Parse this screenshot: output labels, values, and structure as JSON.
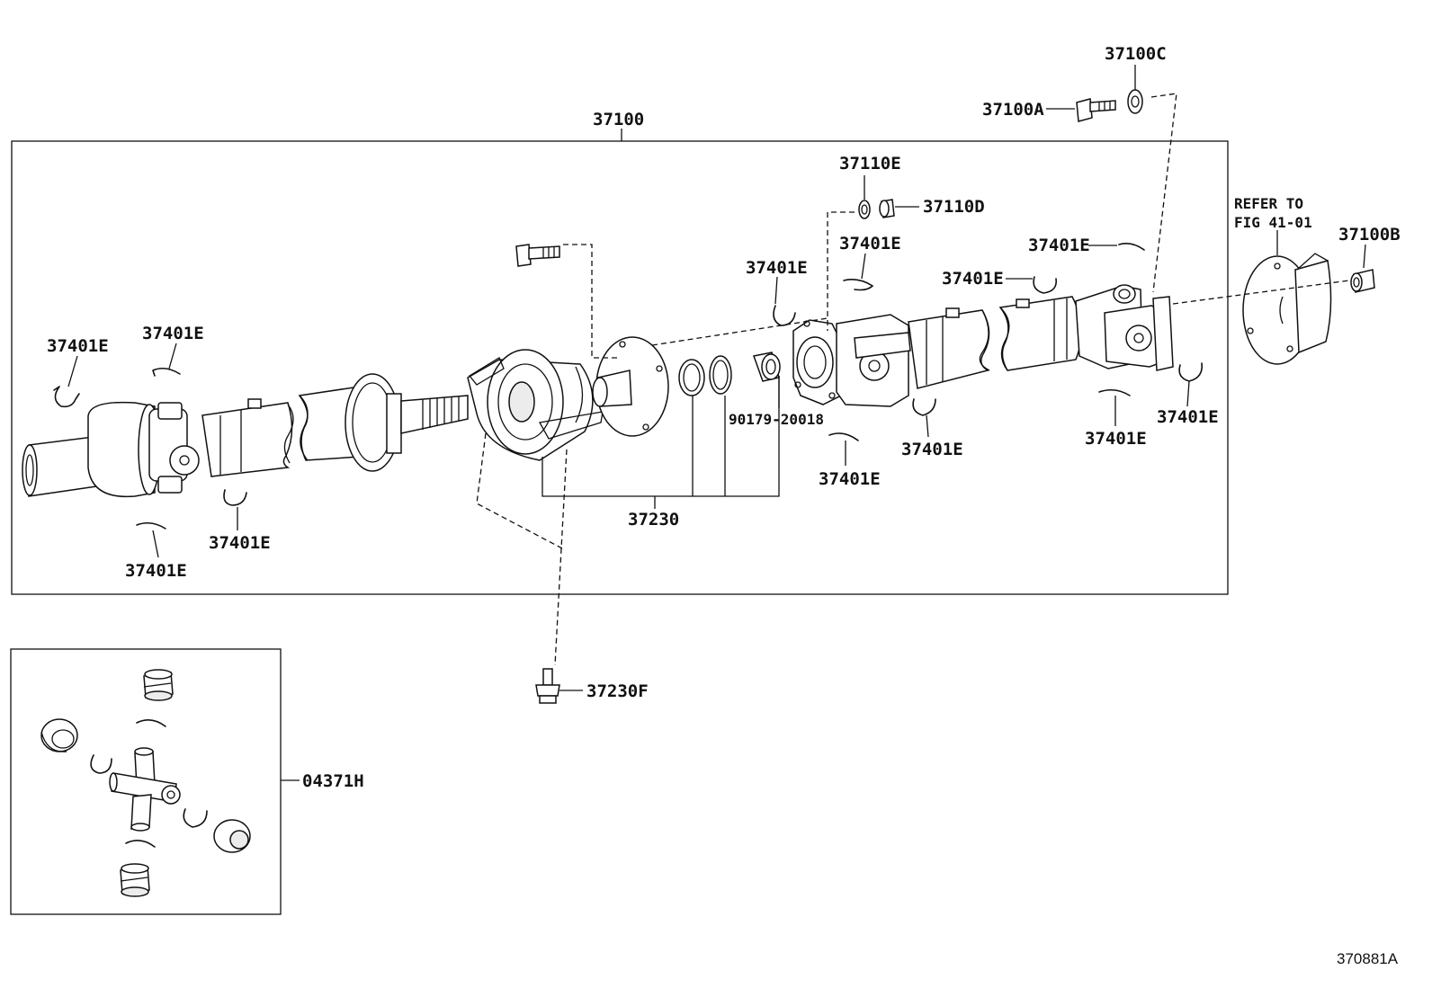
{
  "labels": {
    "assembly": "37100",
    "bolt_a": "37100A",
    "washer_c": "37100C",
    "nut_b": "37100B",
    "washer_e": "37110E",
    "nut_d": "37110D",
    "refer_line1": "REFER TO",
    "refer_line2": "FIG 41-01",
    "clip": "37401E",
    "bearing": "37230",
    "seal": "90179-20018",
    "bolt_f": "37230F",
    "spider_kit": "04371H",
    "figure_id": "370881A"
  }
}
